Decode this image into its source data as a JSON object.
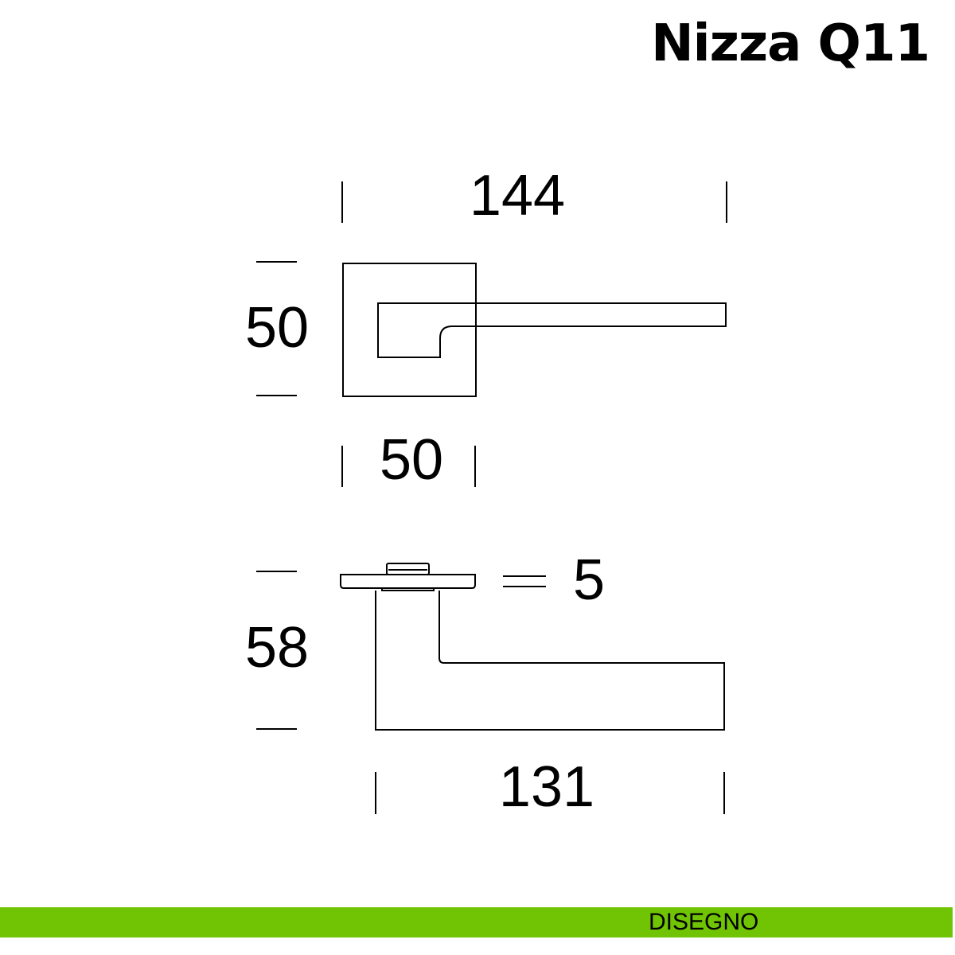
{
  "title": "Nizza Q11",
  "dimensions": {
    "overall_length": "144",
    "rose_height": "50",
    "rose_width": "50",
    "side_thickness": "5",
    "side_height": "58",
    "lever_length": "131"
  },
  "footer": {
    "label": "DISEGNO",
    "color": "#70c404"
  }
}
